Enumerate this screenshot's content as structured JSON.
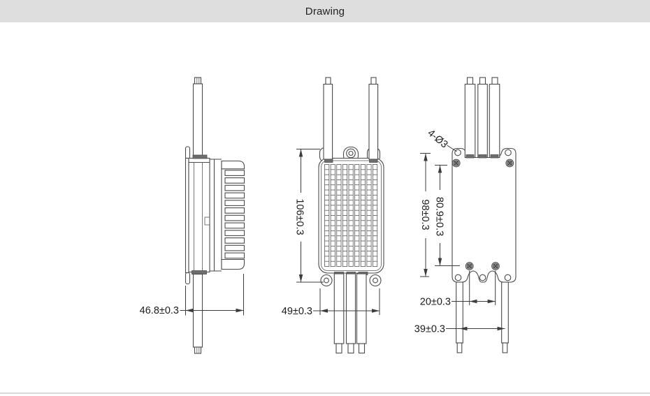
{
  "window": {
    "title": "Drawing"
  },
  "drawing": {
    "side_view": {
      "width_dim": "46.8±0.3"
    },
    "top_view": {
      "length_dim": "106±0.3",
      "width_dim": "49±0.3"
    },
    "back_view": {
      "hole_callout": "4-Ø3",
      "hole_span_dim": "98±0.3",
      "screw_span_dim": "80.9±0.3",
      "screw_pitch_dim": "20±0.3",
      "wire_pitch_dim": "39±0.3"
    }
  }
}
